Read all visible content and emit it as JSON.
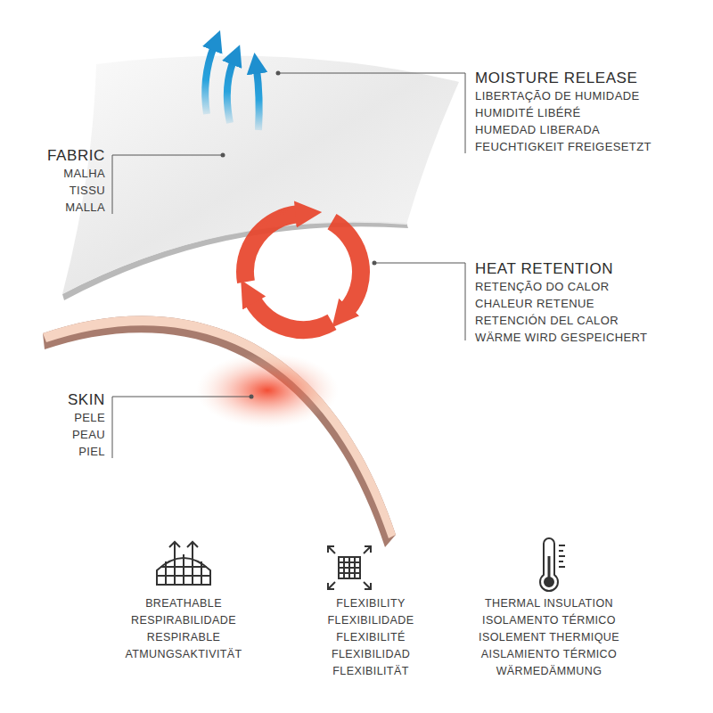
{
  "diagram": {
    "labels": [
      "MOISTURE RELEASE",
      "LIBERTAÇÃO DE HUMIDADE",
      "HUMIDITÉ LIBÉRÉ",
      "HUMEDAD LIBERADA",
      "FEUCHTIGKEIT FREIGESETZT",
      "FABRIC",
      "MALHA",
      "TISSU",
      "MALLA",
      "HEAT RETENTION",
      "RETENÇÃO DO CALOR",
      "CHALEUR RETENUE",
      "RETENCIÓN DEL CALOR",
      "WÄRME WIRD GESPEICHERT",
      "SKIN",
      "PELE",
      "PEAU",
      "PIEL",
      "BREATHABLE",
      "RESPIRABILIDADE",
      "RESPIRABLE",
      "ATMUNGSAKTIVITÄT",
      "FLEXIBILITY",
      "FLEXIBILIDADE",
      "FLEXIBILITÉ",
      "FLEXIBILIDAD",
      "FLEXIBILITÄT",
      "THERMAL INSULATION",
      "ISOLAMENTO TÉRMICO",
      "ISOLEMENT THERMIQUE",
      "AISLAMIENTO TÉRMICO",
      "WÄRMEDÄMMUNG"
    ]
  }
}
